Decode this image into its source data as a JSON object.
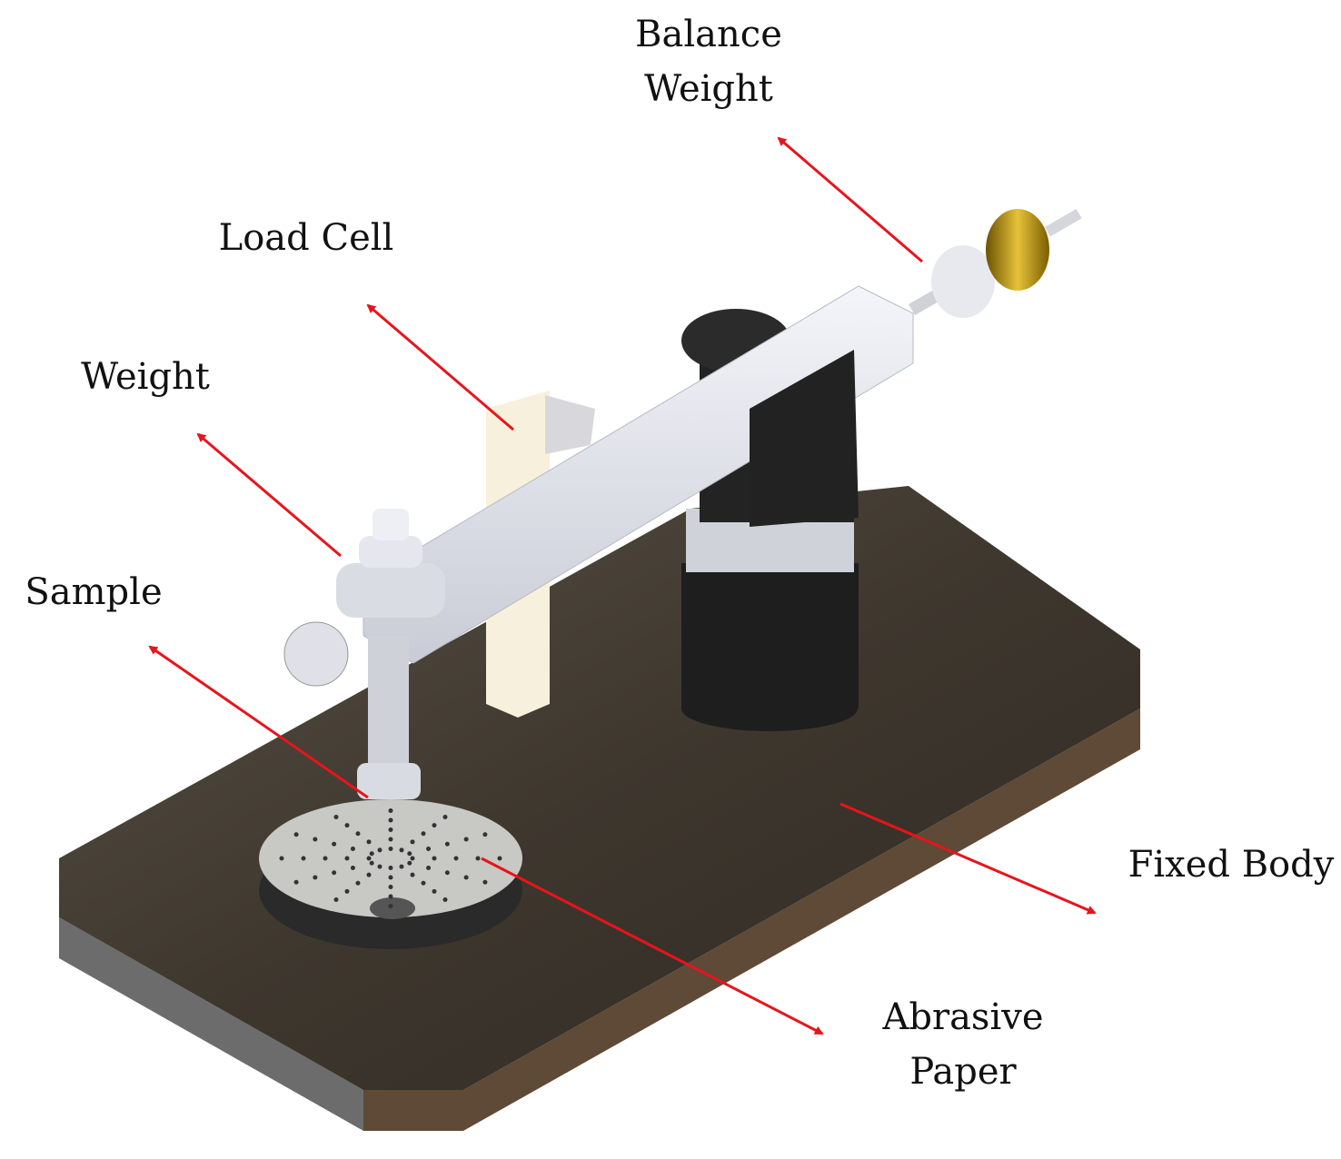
{
  "labels": {
    "balance_weight": [
      "Balance",
      "Weight"
    ],
    "load_cell": "Load Cell",
    "weight": "Weight",
    "sample": "Sample",
    "fixed_body": "Fixed Body",
    "abrasive_paper": [
      "Abrasive",
      "Paper"
    ]
  },
  "colors": {
    "arrow": "#e8141b",
    "base_top": "#4a4237",
    "base_side": "#5e4a36",
    "arm": "#e4e6ee",
    "pivot": "#1e1e1e",
    "load_cell": "#f6efd8",
    "brass": "#b8900a"
  }
}
